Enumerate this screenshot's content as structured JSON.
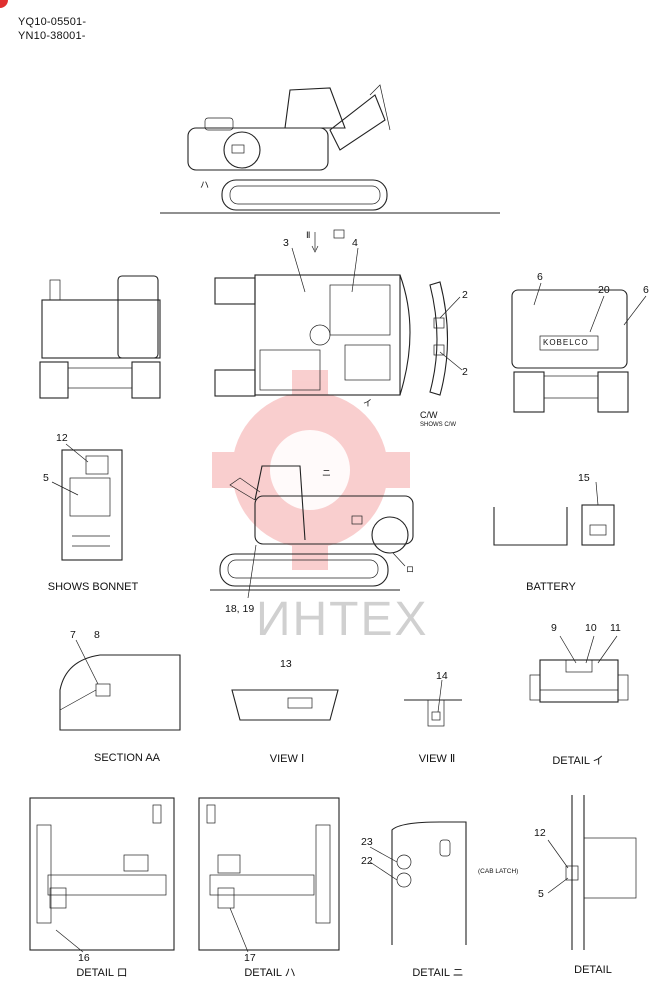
{
  "header": {
    "serial_1": "YQ10-05501-",
    "serial_2": "YN10-38001-"
  },
  "callouts": {
    "n2a": "2",
    "n2b": "2",
    "n3": "3",
    "n4": "4",
    "n5": "5",
    "n5b": "5",
    "n6a": "6",
    "n6b": "6",
    "n7": "7",
    "n8": "8",
    "n9": "9",
    "n10": "10",
    "n11": "11",
    "n12": "12",
    "n12b": "12",
    "n13": "13",
    "n14": "14",
    "n15": "15",
    "n16": "16",
    "n17": "17",
    "n18_19": "18, 19",
    "n20": "20",
    "n22": "22",
    "n23": "23",
    "ro": "ロ",
    "ha": "ハ",
    "ni": "ニ",
    "i": "イ",
    "two": "Ⅱ",
    "cw": "C/W",
    "cw_sub": "SHOWS C/W",
    "cab_latch": "(CAB LATCH)",
    "brand": "KOBELCO"
  },
  "captions": {
    "shows_bonnet": "SHOWS BONNET",
    "battery": "BATTERY",
    "section_aa": "SECTION AA",
    "view_1": "VIEW Ⅰ",
    "view_2": "VIEW Ⅱ",
    "detail_i": "DETAIL イ",
    "detail_ro": "DETAIL ロ",
    "detail_ha": "DETAIL ハ",
    "detail_ni": "DETAIL ニ",
    "detail": "DETAIL"
  },
  "watermark": {
    "text": "ИНТЕХ",
    "color": "#e84040"
  }
}
